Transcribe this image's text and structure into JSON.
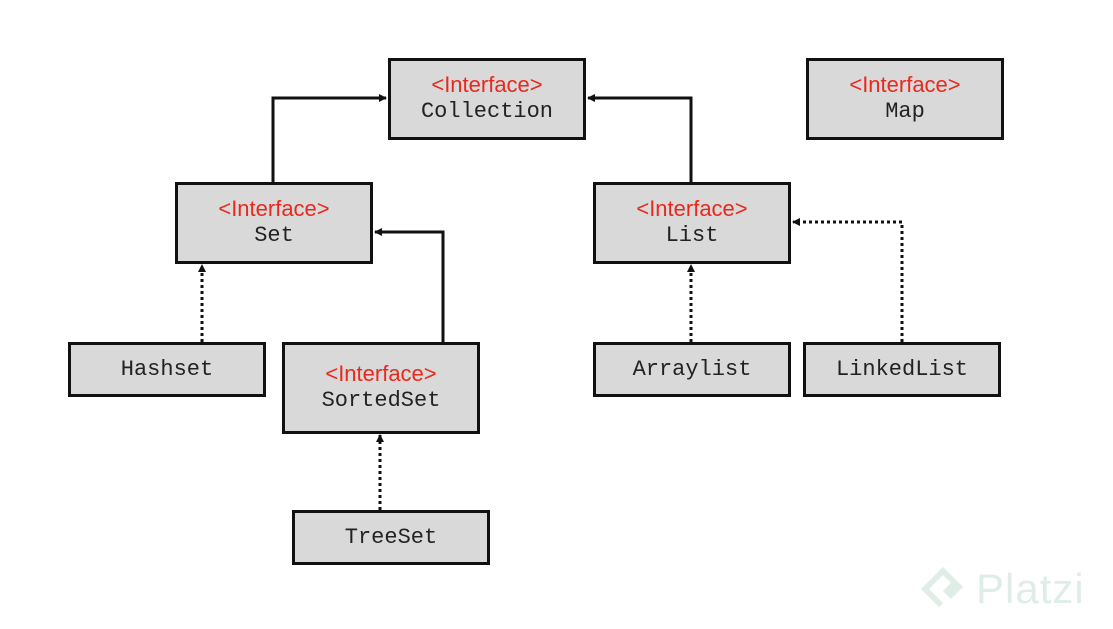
{
  "nodes": {
    "collection": {
      "stereotype": "<Interface>",
      "name": "Collection"
    },
    "map": {
      "stereotype": "<Interface>",
      "name": "Map"
    },
    "set": {
      "stereotype": "<Interface>",
      "name": "Set"
    },
    "list": {
      "stereotype": "<Interface>",
      "name": "List"
    },
    "hashset": {
      "name": "Hashset"
    },
    "sortedset": {
      "stereotype": "<Interface>",
      "name": "SortedSet"
    },
    "arraylist": {
      "name": "Arraylist"
    },
    "linkedlist": {
      "name": "LinkedList"
    },
    "treeset": {
      "name": "TreeSet"
    }
  },
  "edges": [
    {
      "from": "set",
      "to": "collection",
      "kind": "extends"
    },
    {
      "from": "list",
      "to": "collection",
      "kind": "extends"
    },
    {
      "from": "sortedset",
      "to": "set",
      "kind": "extends"
    },
    {
      "from": "hashset",
      "to": "set",
      "kind": "implements"
    },
    {
      "from": "treeset",
      "to": "sortedset",
      "kind": "implements"
    },
    {
      "from": "arraylist",
      "to": "list",
      "kind": "implements"
    },
    {
      "from": "linkedlist",
      "to": "list",
      "kind": "implements"
    }
  ],
  "colors": {
    "stereotype_text": "#e8291c",
    "node_fill": "#d9d9d9",
    "border": "#111111"
  },
  "watermark": {
    "text": "Platzi",
    "icon": "platzi-logo-icon"
  }
}
